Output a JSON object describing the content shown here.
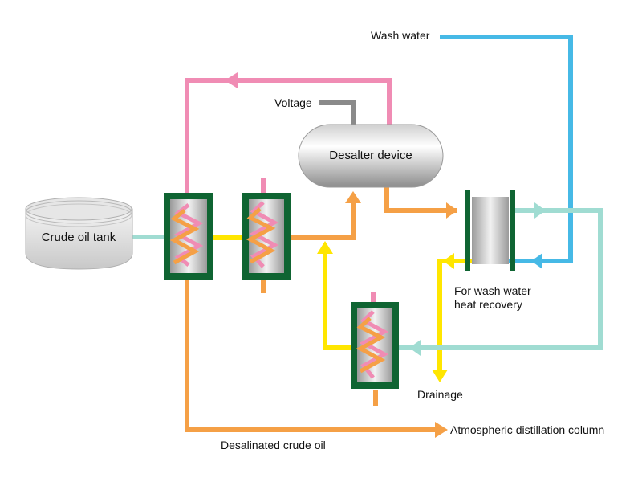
{
  "labels": {
    "wash_water": "Wash water",
    "voltage": "Voltage",
    "desalter": "Desalter device",
    "crude_tank": "Crude oil tank",
    "wash_recovery_line1": "For wash water",
    "wash_recovery_line2": "heat recovery",
    "drainage": "Drainage",
    "atmospheric_column": "Atmospheric distillation column",
    "desalinated": "Desalinated crude oil"
  },
  "colors": {
    "pink": "#f08cb4",
    "orange": "#f5a046",
    "yellow": "#ffe600",
    "cyan": "#46b9e6",
    "teal": "#a0dcd2",
    "gray": "#8a8a8a",
    "exchanger_frame": "#0f6432"
  }
}
